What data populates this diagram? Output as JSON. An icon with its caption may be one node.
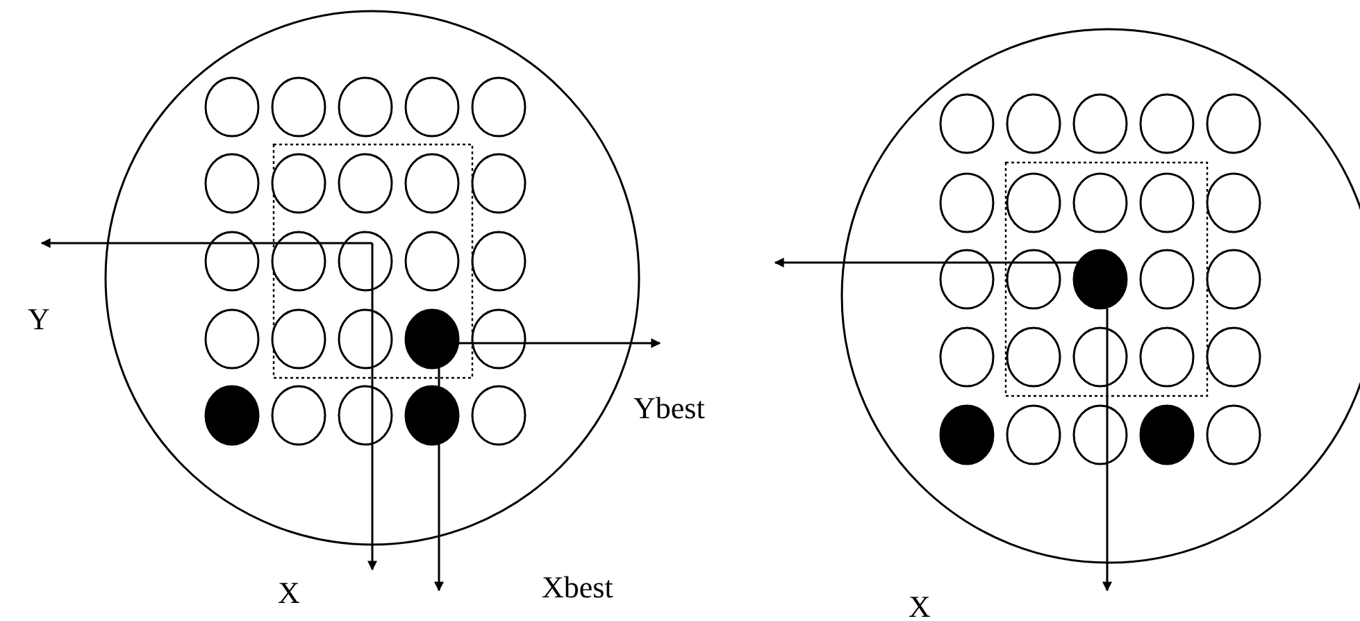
{
  "diagram": {
    "labels": [
      "Y",
      "Ybest",
      "X",
      "Xbest",
      "X"
    ]
  }
}
